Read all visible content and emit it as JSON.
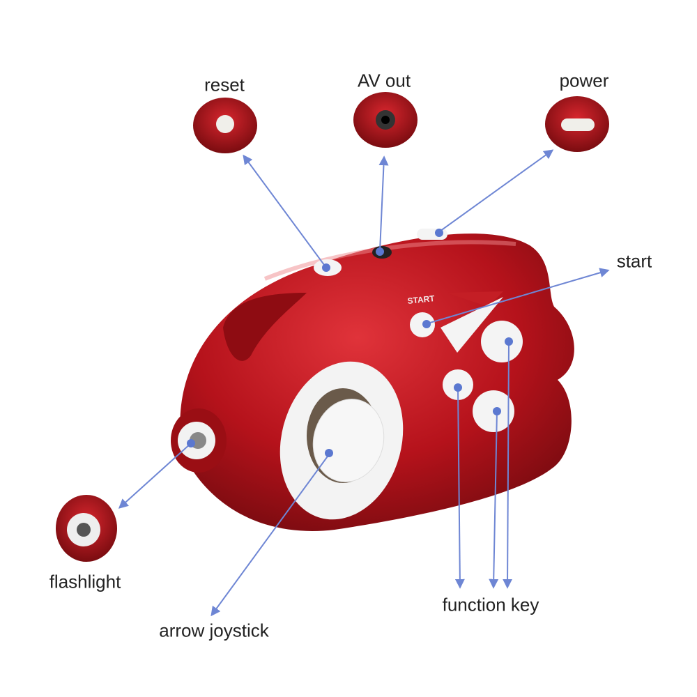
{
  "labels": {
    "reset": "reset",
    "av_out": "AV out",
    "power": "power",
    "start": "start",
    "flashlight": "flashlight",
    "arrow_joystick": "arrow joystick",
    "function_key": "function key"
  },
  "device_print": {
    "start": "START"
  },
  "colors": {
    "body": "#b5121b",
    "pointer": "#6e86d4",
    "button": "#f4f4f4"
  }
}
